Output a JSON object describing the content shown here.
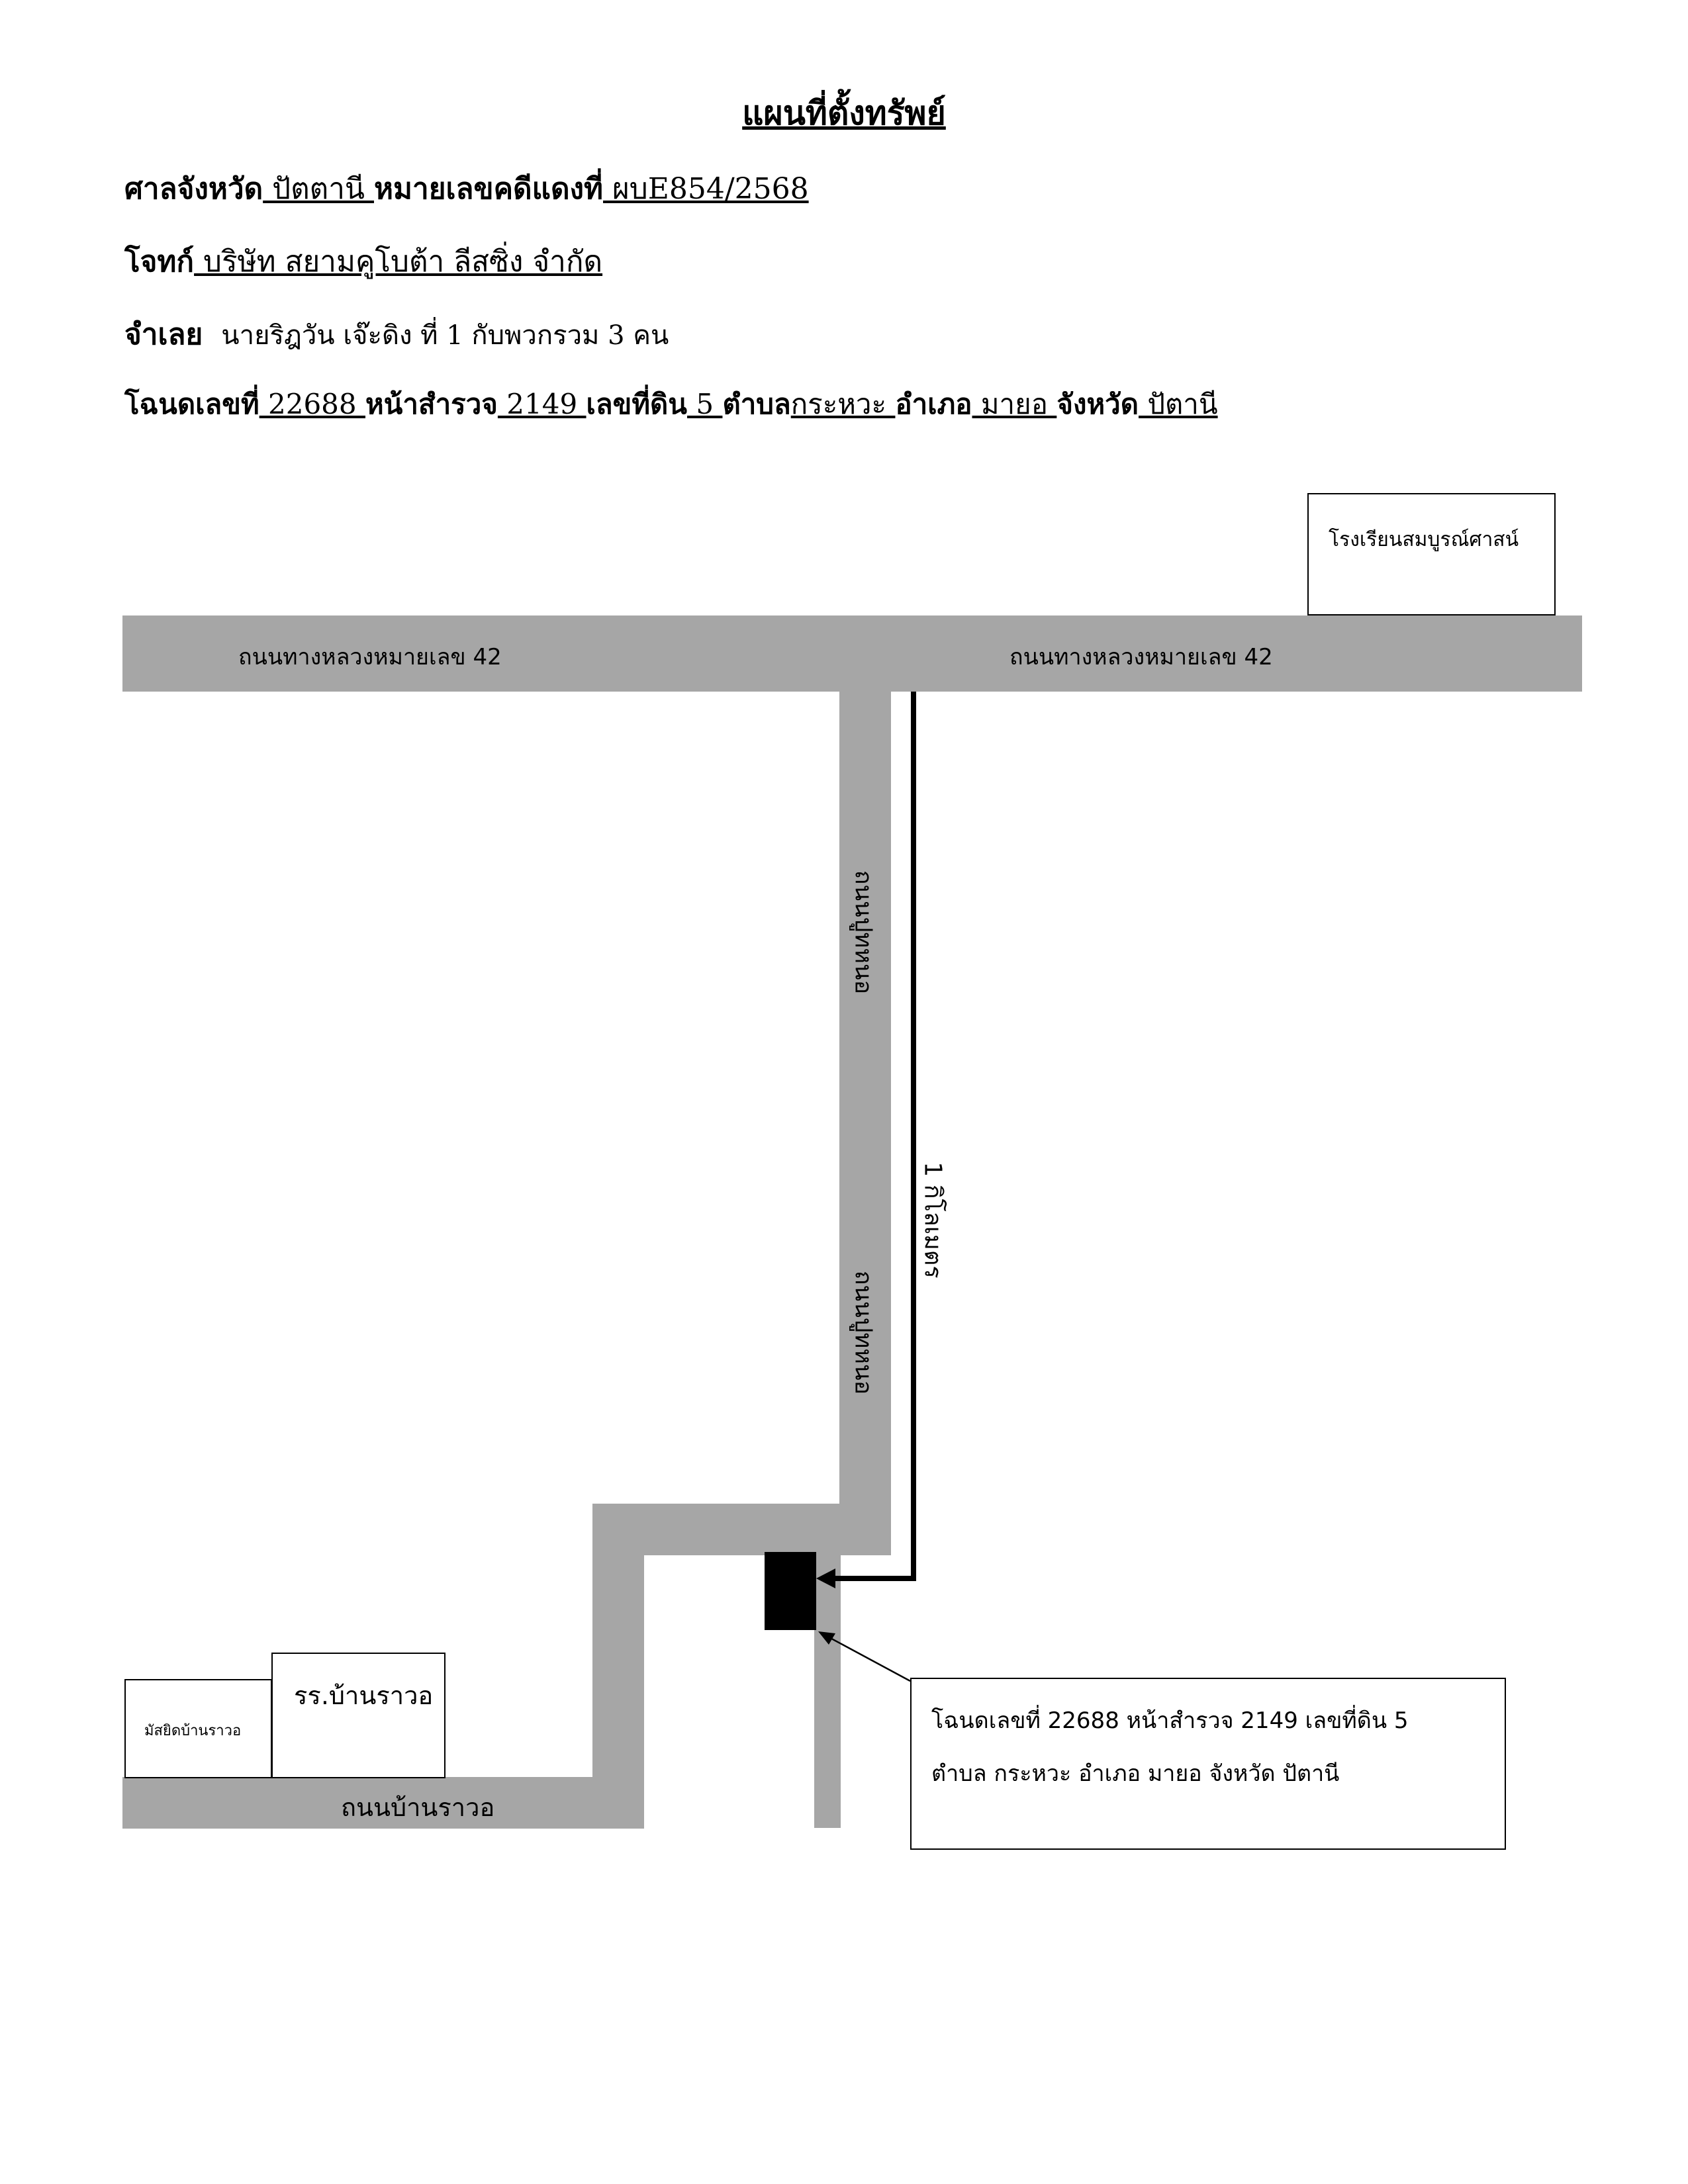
{
  "header": {
    "title": "แผนที่ตั้งทรัพย์",
    "court_label": "ศาลจังหวัด",
    "court_value": " ปัตตานี ",
    "case_label": "หมายเลขคดีแดงที่",
    "case_value": " ผบE854/2568",
    "plaintiff_label": "โจทก์",
    "plaintiff_value": " บริษัท สยามคูโบต้า ลีสซิ่ง  จำกัด",
    "defendant_label": "จำเลย",
    "defendant_value": "นายริฎวัน เจ๊ะดิง ที่ 1 กับพวกรวม 3 คน",
    "deed_label": "โฉนดเลขที่",
    "deed_value": " 22688  ",
    "survey_label": "หน้าสำรวจ",
    "survey_value": " 2149  ",
    "land_label": "เลขที่ดิน",
    "land_value": " 5 ",
    "subdistrict_label": "ตำบล",
    "subdistrict_value": "กระหวะ   ",
    "district_label": "อำเภอ",
    "district_value": " มายอ   ",
    "province_label": "จังหวัด",
    "province_value": " ปัตานี"
  },
  "map": {
    "school_top": "โรงเรียนสมบูรณ์ศาสน์",
    "highway_left": "ถนนทางหลวงหมายเลข 42",
    "highway_right": "ถนนทางหลวงหมายเลข 42",
    "road_vertical_1": "ถนนปูทหนอ",
    "road_vertical_2": "ถนนปูทหนอ",
    "distance": "1 กิโลเมตร",
    "mosque": "มัสยิดบ้านราวอ",
    "school_bottom": "รร.บ้านราวอ",
    "road_bottom": "ถนนบ้านราวอ",
    "info_line1": "โฉนดเลขที่  22688  หน้าสำรวจ  2149  เลขที่ดิน 5",
    "info_line2": "ตำบล กระหวะ   อำเภอ มายอ  จังหวัด ปัตานี",
    "road_color": "#a6a6a6",
    "property_color": "#000000"
  }
}
